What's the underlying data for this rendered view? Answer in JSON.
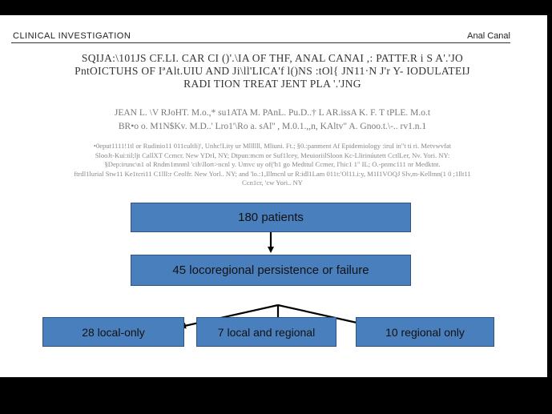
{
  "header": {
    "left": "CLINICAL INVESTIGATION",
    "right": "Anal Canal"
  },
  "title_lines": [
    "SQIJA:\\101JS CF.LI. CAR CI ()'.\\IA OF THF, ANAL CANAI ,: PATTF.R i S A'.'JO",
    "PntOICTUHS OF IªAlt.UIU AND Ji\\ll'LICA'f l()NS :tOl{ JN11·N J'r Y- IODULATEIJ",
    "RADI TION TREAT JENT PLA '.'JNG"
  ],
  "author_lines": [
    "JEAN L. \\V RJoHT. M.o.,* su1ATA M. PAnL. Pu.D..† L AR.issA K. F. T tPLE. M.o.t",
    "BR•o o. M1N$Kv. M.D..' Lro1'\\Ro a. sAl'' , M.0.1.,,n, KAltv\" A. Gnoo.t.\\-.. rv1.n.1"
  ],
  "affiliation_lines": [
    "•0eput1111!1tl or Rudinio11 011cultli)', Unhc!Lity ur Mllllll, Mliuni. Ft.; §0.:panment Af Epidemiology :iruI in\"t ti ri. Metvwvfat",
    "SlooJt-Kui:til:ljt CallXT Ccmcr. New YDrI, NY; Dtpun:mcm or Suf1lcey, MeuioriilSloon Kc-Llirinúutett CctlLer, Nv. Yori. NY:",
    "§Dep:irunc\\n1 ol Rndm1mnml 'cih\\llort>ncnl y. Umvc uy of('b1 go Medttul Ccmer, I'hic1 1\" IL; O.-pnmc111 nr Medktnt.",
    "ftrdl1lurial Stw11 Ke1tcri11 C1llI:r Ceolfr. New Yorl.. NY; and 'lo.:1,Illmcnl ur R:idl1Lam 011t:'Ol11.i:y, M1I1VOQJ Slv,m-Kellmn(1 0 ;1llt11",
    "Ccn1cr, 'cw Yori.. NY"
  ],
  "flowchart": {
    "top": "180 patients",
    "middle": "45 locoregional persistence or failure",
    "bottom": [
      "28 local-only",
      "7 local and regional",
      "10 regional only"
    ]
  },
  "colors": {
    "box_fill": "#4a7fbe",
    "box_border": "#2c5484",
    "background": "#ffffff",
    "frame": "#000000"
  }
}
